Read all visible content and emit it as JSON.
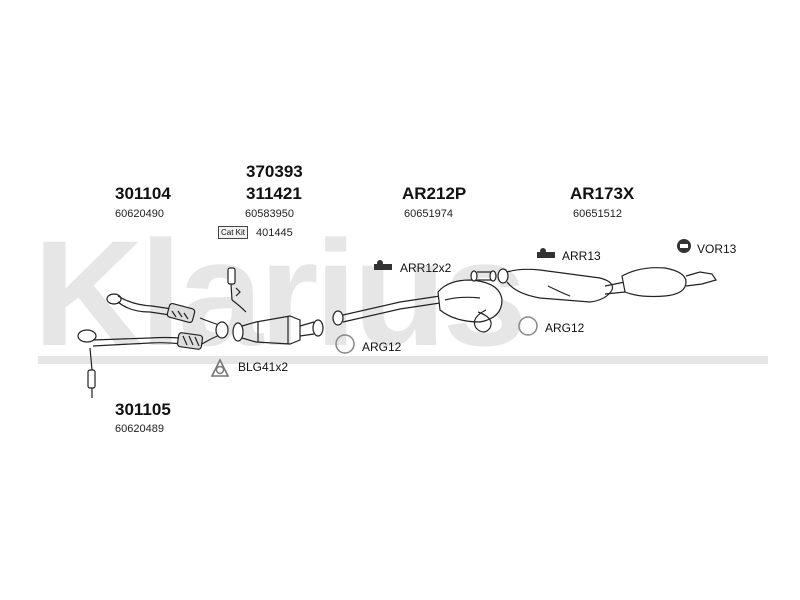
{
  "watermark": {
    "text": "Klarius"
  },
  "groups": [
    {
      "part": "301104",
      "ref": "60620490"
    },
    {
      "part_top": "370393",
      "part": "311421",
      "ref": "60583950"
    },
    {
      "part": "AR212P",
      "ref": "60651974"
    },
    {
      "part": "AR173X",
      "ref": "60651512"
    },
    {
      "part": "301105",
      "ref": "60620489"
    }
  ],
  "labels": {
    "catkit_tag": "Cat Kit",
    "catkit_code": "401445",
    "arr12": "ARR12x2",
    "arr13": "ARR13",
    "vor13": "VOR13",
    "arg12_left": "ARG12",
    "arg12_right": "ARG12",
    "blg41": "BLG41x2"
  },
  "icons": [
    "rubber-hanger-icon",
    "ring-gasket-icon",
    "flange-gasket-icon",
    "mounting-rubber-icon"
  ]
}
